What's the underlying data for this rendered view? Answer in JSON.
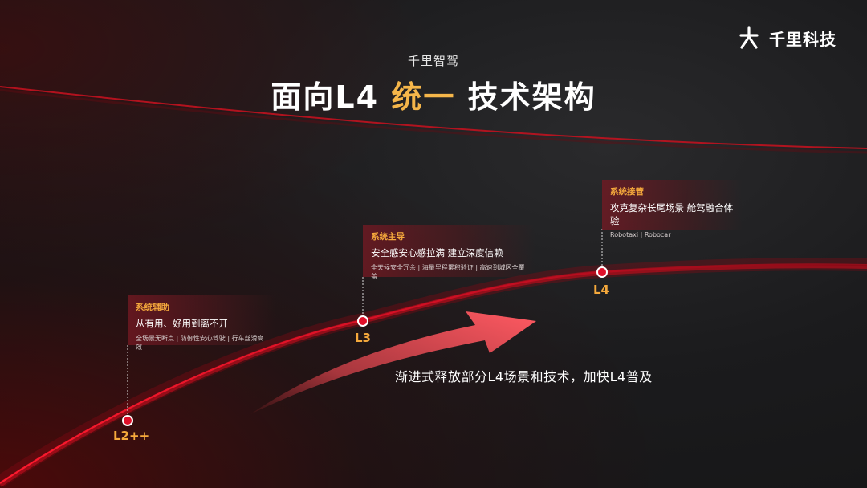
{
  "brand": {
    "name": "千里科技"
  },
  "header": {
    "subtitle": "千里智驾",
    "title_prefix": "面向L4",
    "title_highlight": "统一",
    "title_suffix": "技术架构"
  },
  "colors": {
    "accent_orange": "#f5a93c",
    "accent_red": "#e0102a",
    "arrow_red": "#ff4d57"
  },
  "stages": [
    {
      "level": "L2++",
      "title": "系统辅助",
      "headline": "从有用、好用到离不开",
      "detail": "全场景无断点 | 防御性安心驾驶 | 行车丝滑高效"
    },
    {
      "level": "L3",
      "title": "系统主导",
      "headline": "安全感安心感拉满  建立深度信赖",
      "detail": "全天候安全冗余 | 海量里程累积验证 | 高速到城区全覆盖"
    },
    {
      "level": "L4",
      "title": "系统接管",
      "headline": "攻克复杂长尾场景  舱驾融合体验",
      "detail": "Robotaxi | Robocar"
    }
  ],
  "arrow_caption": "渐进式释放部分L4场景和技术，加快L4普及"
}
